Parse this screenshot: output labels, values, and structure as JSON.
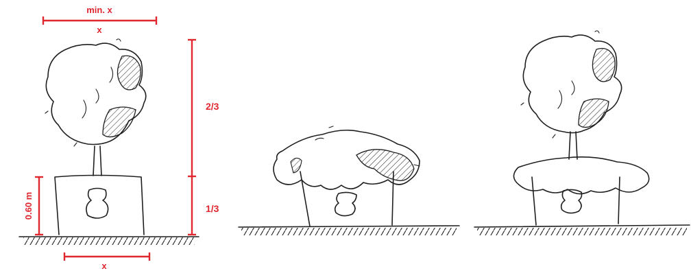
{
  "annotations": {
    "top_dimension": "min. x",
    "crown_width": "x",
    "upper_ratio": "2/3",
    "lower_ratio": "1/3",
    "vessel_height": "0.60 m",
    "base_width": "x"
  },
  "colors": {
    "annotation": "#e0262e",
    "ink": "#1f1f1f",
    "background": "#ffffff"
  },
  "panels": [
    "tree-in-planter-correct",
    "planter-overgrown-by-shrub",
    "tree-crown-over-spreading-shrub"
  ]
}
